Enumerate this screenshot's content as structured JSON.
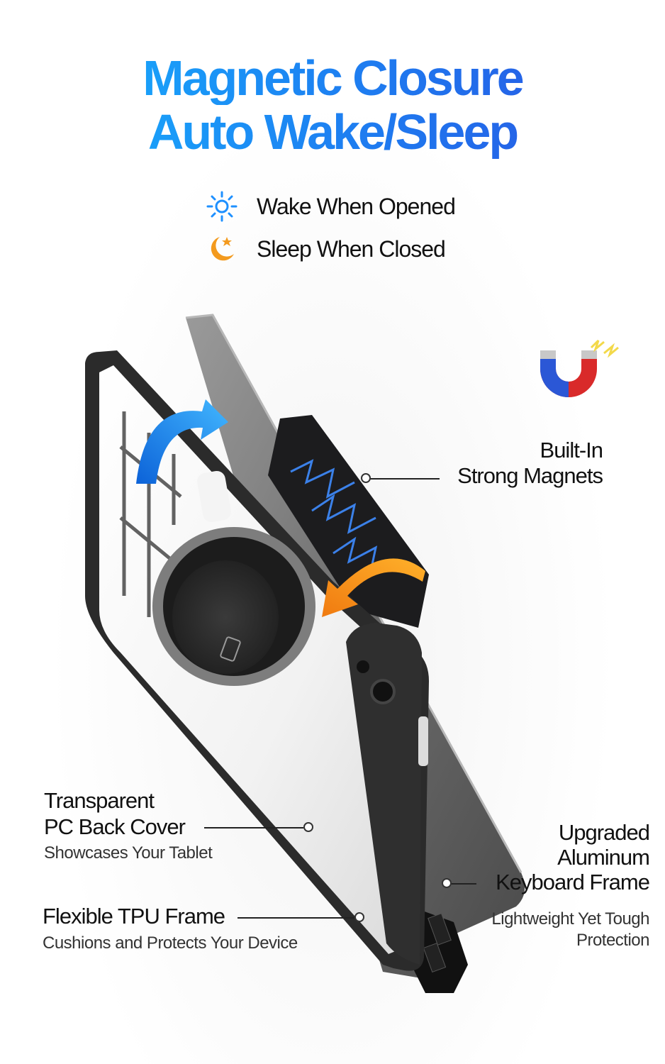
{
  "headline": {
    "line1": "Magnetic Closure",
    "line2": "Auto Wake/Sleep"
  },
  "features": [
    {
      "icon": "sun-icon",
      "label": "Wake When Opened",
      "color": "#1e90ff"
    },
    {
      "icon": "moon-star-icon",
      "label": "Sleep When Closed",
      "color": "#f39a1e"
    }
  ],
  "callouts": {
    "magnets": {
      "line1": "Built-In",
      "line2": "Strong Magnets",
      "icon": "magnet-icon"
    },
    "back_cover": {
      "line1": "Transparent",
      "line2": "PC Back Cover",
      "sub": "Showcases Your Tablet"
    },
    "tpu_frame": {
      "title": "Flexible TPU Frame",
      "sub": "Cushions and Protects Your Device"
    },
    "keyboard_frame": {
      "line1": "Upgraded",
      "line2": "Aluminum",
      "line3": "Keyboard Frame",
      "sub1": "Lightweight Yet Tough",
      "sub2": "Protection"
    }
  },
  "colors": {
    "accent_blue": "#1e7cf0",
    "accent_orange": "#f5a21b",
    "frame_dark": "#2b2b2b"
  }
}
